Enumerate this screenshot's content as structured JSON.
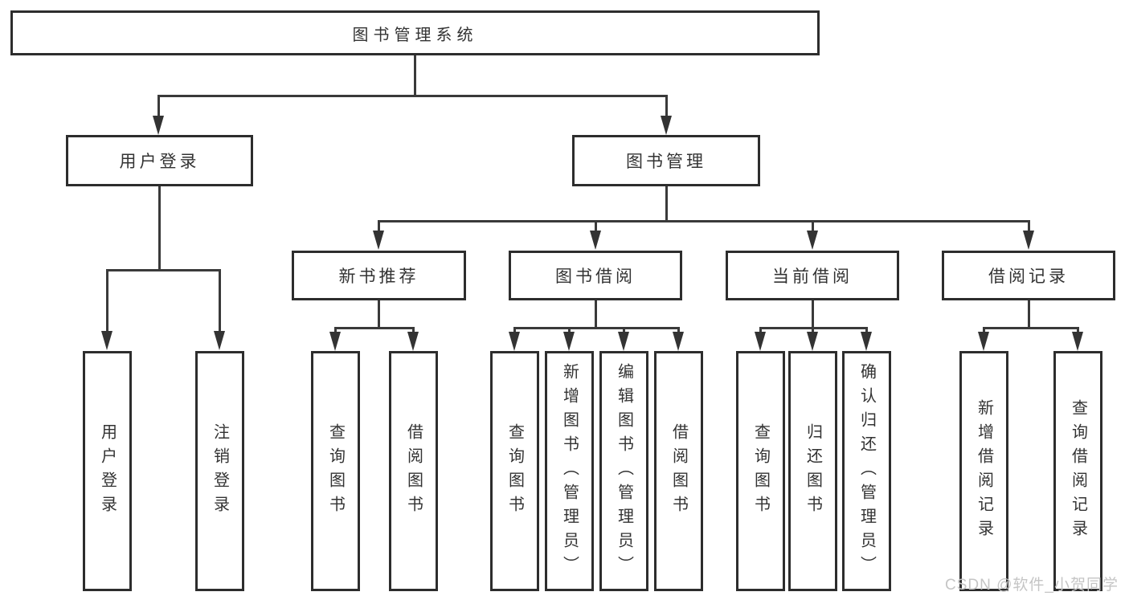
{
  "colors": {
    "background": "#ffffff",
    "box_border": "#2d2d2d",
    "line": "#3a3a3a",
    "text": "#333333",
    "watermark_text": "#c5c5c5"
  },
  "root": {
    "label": "图书管理系统"
  },
  "level1": [
    {
      "id": "user-login",
      "label": "用户登录",
      "parent": "图书管理系统"
    },
    {
      "id": "book-management",
      "label": "图书管理",
      "parent": "图书管理系统"
    }
  ],
  "level2": [
    {
      "id": "new-book-recommendation",
      "label": "新书推荐",
      "parent": "图书管理"
    },
    {
      "id": "book-borrowing",
      "label": "图书借阅",
      "parent": "图书管理"
    },
    {
      "id": "current-borrowing",
      "label": "当前借阅",
      "parent": "图书管理"
    },
    {
      "id": "borrowing-records",
      "label": "借阅记录",
      "parent": "图书管理"
    }
  ],
  "leaves": [
    {
      "label": "用户登录",
      "parent": "用户登录"
    },
    {
      "label": "注销登录",
      "parent": "用户登录"
    },
    {
      "label": "查询图书",
      "parent": "新书推荐"
    },
    {
      "label": "借阅图书",
      "parent": "新书推荐"
    },
    {
      "label": "查询图书",
      "parent": "图书借阅"
    },
    {
      "label": "新增图书（管理员）",
      "parent": "图书借阅"
    },
    {
      "label": "编辑图书（管理员）",
      "parent": "图书借阅"
    },
    {
      "label": "借阅图书",
      "parent": "图书借阅"
    },
    {
      "label": "查询图书",
      "parent": "当前借阅"
    },
    {
      "label": "归还图书",
      "parent": "当前借阅"
    },
    {
      "label": "确认归还（管理员）",
      "parent": "当前借阅"
    },
    {
      "label": "新增借阅记录",
      "parent": "借阅记录"
    },
    {
      "label": "查询借阅记录",
      "parent": "借阅记录"
    }
  ],
  "watermark": {
    "text": "CSDN @软件_小贺同学"
  }
}
